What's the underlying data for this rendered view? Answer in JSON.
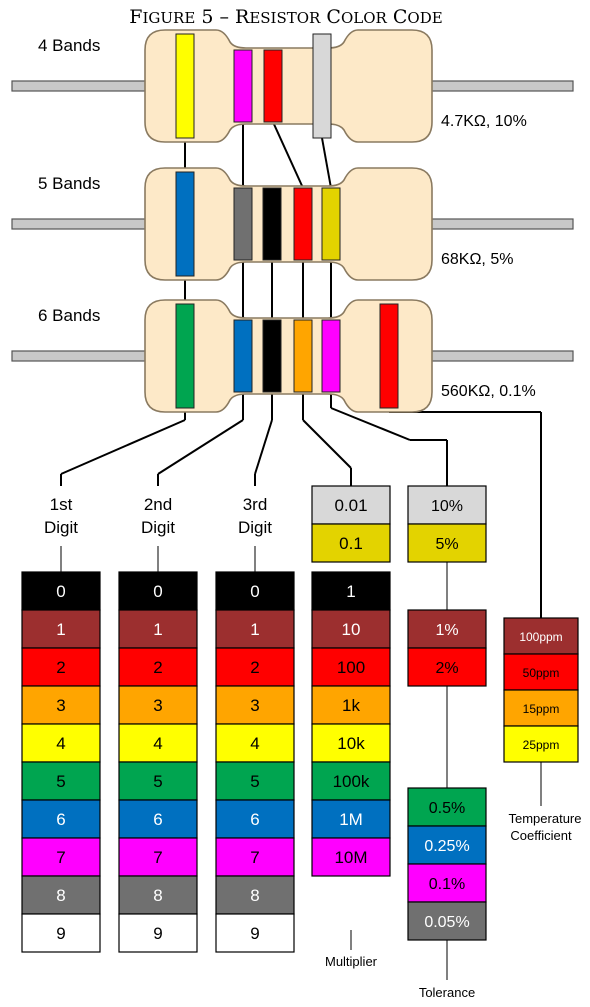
{
  "title": "Figure 5 – Resistor Color Code",
  "colors": {
    "black": "#000000",
    "brown": "#9c2f2f",
    "red": "#ff0000",
    "orange": "#ffa500",
    "yellow": "#ffff00",
    "green": "#00a550",
    "blue": "#0070c0",
    "violet": "#ff00ff",
    "grey": "#707070",
    "white": "#ffffff",
    "gold": "#e3d300",
    "silver": "#d8d8d8",
    "resistor_body": "#fde9c8",
    "body_outline": "#8a7a60"
  },
  "resistors": [
    {
      "label": "4 Bands",
      "value": "4.7KΩ, 10%",
      "bands": [
        "yellow",
        "violet",
        "red",
        "silver"
      ]
    },
    {
      "label": "5 Bands",
      "value": "68KΩ, 5%",
      "bands": [
        "blue",
        "grey",
        "black",
        "red",
        "gold"
      ]
    },
    {
      "label": "6 Bands",
      "value": "560KΩ, 0.1%",
      "bands": [
        "green",
        "blue",
        "black",
        "orange",
        "violet",
        "red"
      ]
    }
  ],
  "columns": {
    "digit1": {
      "header": [
        "1st",
        "Digit"
      ],
      "values": [
        "0",
        "1",
        "2",
        "3",
        "4",
        "5",
        "6",
        "7",
        "8",
        "9"
      ]
    },
    "digit2": {
      "header": [
        "2nd",
        "Digit"
      ],
      "values": [
        "0",
        "1",
        "2",
        "3",
        "4",
        "5",
        "6",
        "7",
        "8",
        "9"
      ]
    },
    "digit3": {
      "header": [
        "3rd",
        "Digit"
      ],
      "values": [
        "0",
        "1",
        "2",
        "3",
        "4",
        "5",
        "6",
        "7",
        "8",
        "9"
      ]
    },
    "multiplier": {
      "footer": "Multiplier",
      "cells": [
        {
          "color": "silver",
          "value": "0.01"
        },
        {
          "color": "gold",
          "value": "0.1"
        },
        {
          "color": "black",
          "value": "1"
        },
        {
          "color": "brown",
          "value": "10"
        },
        {
          "color": "red",
          "value": "100"
        },
        {
          "color": "orange",
          "value": "1k"
        },
        {
          "color": "yellow",
          "value": "10k"
        },
        {
          "color": "green",
          "value": "100k"
        },
        {
          "color": "blue",
          "value": "1M"
        },
        {
          "color": "violet",
          "value": "10M"
        }
      ]
    },
    "tolerance": {
      "footer": "Tolerance",
      "cells": [
        {
          "color": "silver",
          "value": "10%"
        },
        {
          "color": "gold",
          "value": "5%"
        },
        {
          "color": "brown",
          "value": "1%"
        },
        {
          "color": "red",
          "value": "2%"
        },
        {
          "color": "green",
          "value": "0.5%"
        },
        {
          "color": "blue",
          "value": "0.25%"
        },
        {
          "color": "violet",
          "value": "0.1%"
        },
        {
          "color": "grey",
          "value": "0.05%"
        }
      ]
    },
    "temperature": {
      "footer": [
        "Temperature",
        "Coefficient"
      ],
      "cells": [
        {
          "color": "brown",
          "value": "100ppm"
        },
        {
          "color": "red",
          "value": "50ppm"
        },
        {
          "color": "orange",
          "value": "15ppm"
        },
        {
          "color": "yellow",
          "value": "25ppm"
        }
      ]
    }
  }
}
